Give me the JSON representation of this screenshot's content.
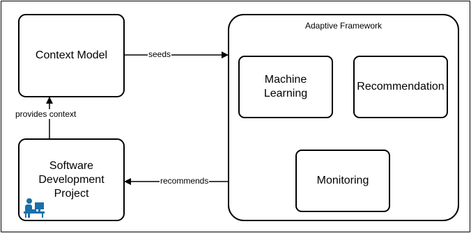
{
  "nodes": {
    "context_model": "Context Model",
    "adaptive_framework": "Adaptive Framework",
    "machine_learning": "Machine Learning",
    "recommendation": "Recommendation",
    "monitoring": "Monitoring",
    "software_project": "Software Development Project"
  },
  "edges": {
    "seeds": "seeds",
    "provides_context": "provides context",
    "recommends": "recommends"
  },
  "icons": {
    "developer": "developer-at-computer-icon"
  },
  "colors": {
    "stroke": "#000000",
    "icon": "#1a6fa8"
  }
}
